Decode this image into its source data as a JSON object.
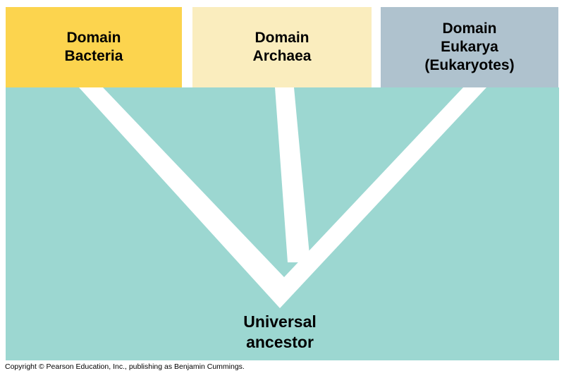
{
  "diagram": {
    "title_implicit": "Three domains of life branching from a universal ancestor",
    "boxes": [
      {
        "id": "bacteria",
        "label": "Domain\nBacteria"
      },
      {
        "id": "archaea",
        "label": "Domain\nArchaea"
      },
      {
        "id": "eukarya",
        "label": "Domain\nEukarya\n(Eukaryotes)"
      }
    ],
    "root_label": "Universal\nancestor",
    "copyright": "Copyright © Pearson Education, Inc., publishing as Benjamin Cummings."
  },
  "colors": {
    "bacteria_box": "#FCD44E",
    "archaea_box": "#FAEDBE",
    "eukarya_box": "#AFC2CE",
    "tree_background": "#9CD7D1",
    "branch_white": "#FFFFFF",
    "text": "#000000"
  }
}
